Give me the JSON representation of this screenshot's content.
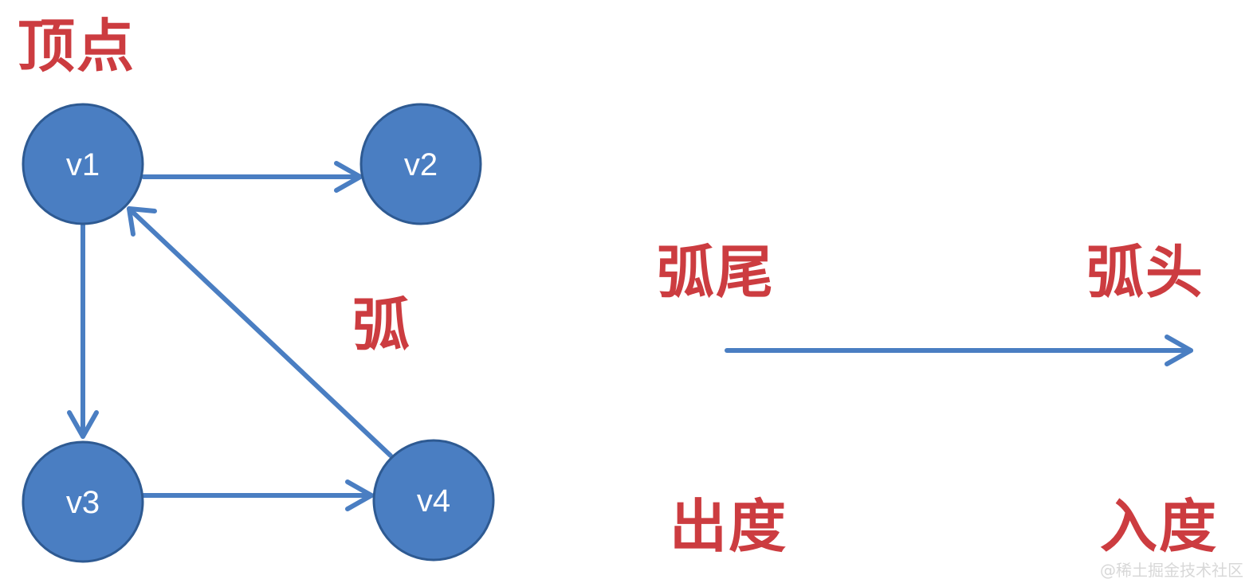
{
  "labels": {
    "vertex": "顶点",
    "arc": "弧",
    "arc_tail": "弧尾",
    "arc_head": "弧头",
    "out_degree": "出度",
    "in_degree": "入度"
  },
  "nodes": [
    {
      "id": "v1",
      "label": "v1"
    },
    {
      "id": "v2",
      "label": "v2"
    },
    {
      "id": "v3",
      "label": "v3"
    },
    {
      "id": "v4",
      "label": "v4"
    }
  ],
  "edges": [
    {
      "from": "v1",
      "to": "v2"
    },
    {
      "from": "v1",
      "to": "v3"
    },
    {
      "from": "v3",
      "to": "v4"
    },
    {
      "from": "v4",
      "to": "v1"
    }
  ],
  "watermark": "@稀土掘金技术社区",
  "colors": {
    "node_fill": "#4a7ec2",
    "node_stroke": "#2e5a92",
    "edge": "#4a7ec2",
    "label": "#cc3c40"
  }
}
